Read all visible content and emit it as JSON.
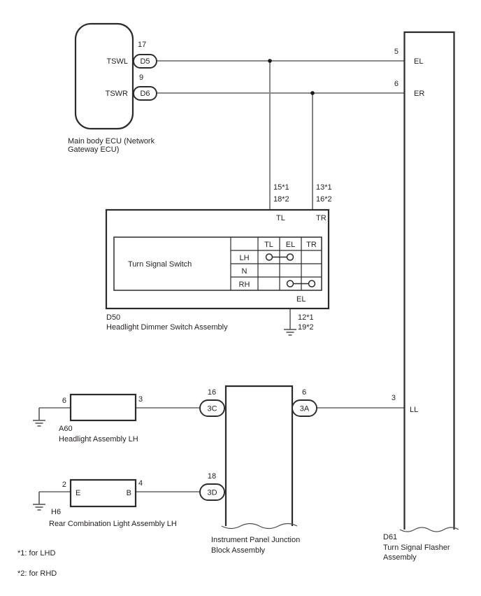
{
  "main_ecu": {
    "label": [
      "Main body ECU (Network",
      "Gateway ECU)"
    ],
    "pins": [
      {
        "number": "17",
        "connector": "D5",
        "signal": "TSWL"
      },
      {
        "number": "9",
        "connector": "D6",
        "signal": "TSWR"
      }
    ]
  },
  "flasher": {
    "code": "D61",
    "label": [
      "Turn Signal Flasher",
      "Assembly"
    ],
    "terminals": [
      {
        "number": "5",
        "name": "EL"
      },
      {
        "number": "6",
        "name": "ER"
      },
      {
        "number": "3",
        "name": "LL"
      }
    ]
  },
  "dimmer": {
    "code": "D50",
    "label": "Headlight Dimmer Switch Assembly",
    "switch_label": "Turn Signal Switch",
    "top_terminals": [
      "TL",
      "TR"
    ],
    "tl_pins": [
      "15*1",
      "18*2"
    ],
    "tr_pins": [
      "13*1",
      "16*2"
    ],
    "table": {
      "columns": [
        "TL",
        "EL",
        "TR"
      ],
      "rows": [
        "LH",
        "N",
        "RH"
      ]
    },
    "el_terminal": "EL",
    "el_pins": [
      "12*1",
      "19*2"
    ]
  },
  "headlight": {
    "code": "A60",
    "label": "Headlight Assembly LH",
    "pin_left": "6",
    "pin_right": "3"
  },
  "rear_light": {
    "code": "H6",
    "label": "Rear Combination Light Assembly LH",
    "pin_left": "2",
    "pin_right": "4",
    "terminal_left": "E",
    "terminal_right": "B"
  },
  "junction_block": {
    "label": [
      "Instrument Panel Junction",
      "Block Assembly"
    ],
    "connectors": [
      {
        "number": "16",
        "name": "3C"
      },
      {
        "number": "6",
        "name": "3A"
      },
      {
        "number": "18",
        "name": "3D"
      }
    ]
  },
  "footnotes": [
    "*1: for LHD",
    "*2: for RHD"
  ],
  "colors": {
    "wire": "#8a8a8a",
    "thin_wire": "#4d4d4d",
    "outline": "#2b2b2b",
    "text": "#231f20",
    "background": "#ffffff"
  }
}
